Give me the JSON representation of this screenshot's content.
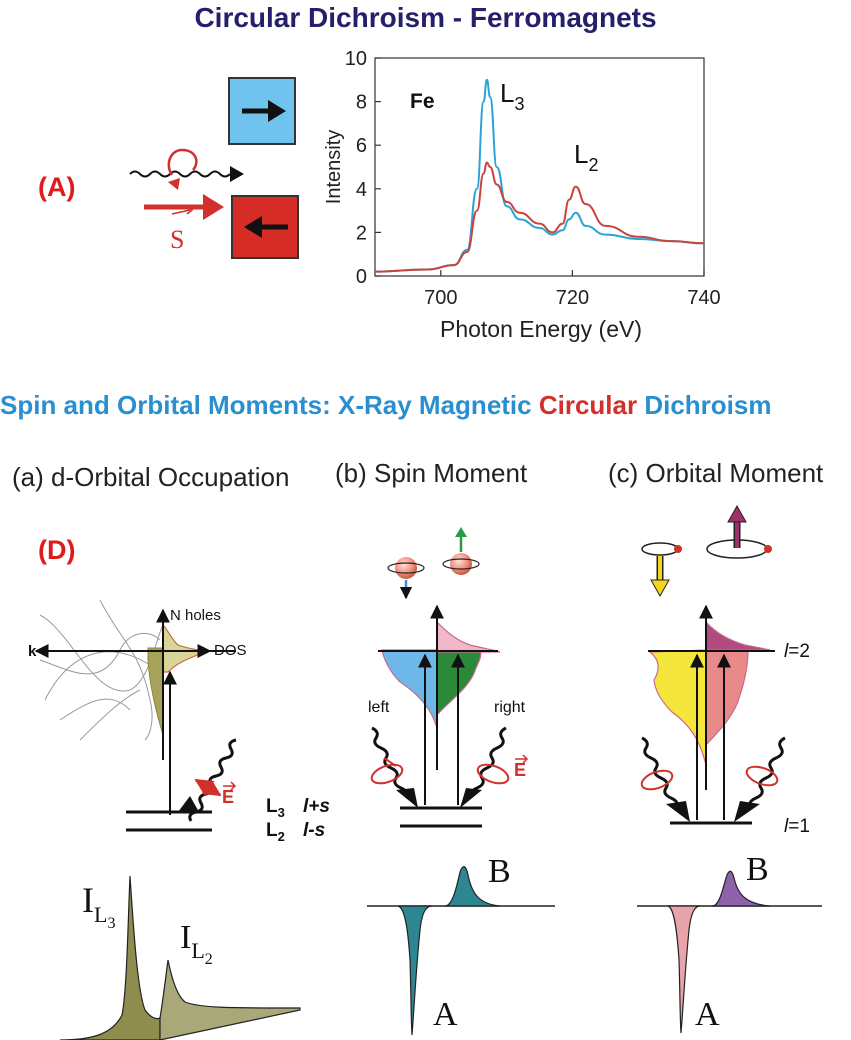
{
  "top_title": "Circular Dichroism - Ferromagnets",
  "label_a": "(A)",
  "label_d": "(D)",
  "spin_symbol": "S",
  "colors": {
    "title_navy": "#26206a",
    "xmcd_blue": "#2a8fd0",
    "xmcd_red": "#d2302a",
    "panel_label_red": "#e01b1b",
    "box_blue": "#6fc3ec",
    "box_red": "#d72d27",
    "curve_blue": "#2aa3d6",
    "curve_red": "#c8453c",
    "spin_down_blue": "#3a8fd6",
    "spin_up_green": "#2a9a4a",
    "dos_olive": "#a8a35a",
    "dos_blue": "#6db8e8",
    "dos_green": "#2a8a3a",
    "dos_yellow": "#f5e63c",
    "dos_pink": "#e88a8a",
    "orb_arrow_yellow": "#f2d51d",
    "orb_arrow_purple": "#a0306a",
    "peak_olive": "#8e8c4e",
    "peak_teal": "#2d8793",
    "peak_pink": "#e9a3aa",
    "peak_purple": "#8e62aa"
  },
  "chart_data": {
    "type": "line",
    "element_label": "Fe",
    "annotations": [
      {
        "text": "L",
        "subscript": "3"
      },
      {
        "text": "L",
        "subscript": "2"
      }
    ],
    "xlabel": "Photon Energy (eV)",
    "ylabel": "Intensity",
    "xlim": [
      690,
      740
    ],
    "ylim": [
      0,
      10
    ],
    "xticks": [
      700,
      720,
      740
    ],
    "yticks": [
      0,
      2,
      4,
      6,
      8,
      10
    ],
    "grid": false,
    "series": [
      {
        "color": "#2aa3d6",
        "x": [
          690,
          698,
          702,
          704,
          705.5,
          706.5,
          707,
          707.5,
          708.5,
          710,
          712,
          715,
          717,
          718.5,
          719.5,
          720.5,
          722,
          725,
          730,
          735,
          740
        ],
        "y": [
          0.2,
          0.3,
          0.5,
          1.2,
          4.0,
          8.0,
          9.0,
          8.2,
          5.0,
          3.2,
          2.6,
          2.2,
          1.9,
          2.1,
          2.6,
          2.9,
          2.3,
          1.9,
          1.7,
          1.6,
          1.5
        ]
      },
      {
        "color": "#c8453c",
        "x": [
          690,
          698,
          702,
          704,
          705.5,
          706.5,
          707,
          707.5,
          708.5,
          710,
          712,
          715,
          717,
          718.5,
          719.5,
          720.5,
          722,
          725,
          730,
          735,
          740
        ],
        "y": [
          0.2,
          0.3,
          0.5,
          1.1,
          3.0,
          4.7,
          5.2,
          5.0,
          4.2,
          3.4,
          2.9,
          2.4,
          2.0,
          2.4,
          3.5,
          4.1,
          3.3,
          2.3,
          1.8,
          1.6,
          1.5
        ]
      }
    ]
  },
  "section_title": {
    "part1": "Spin and Orbital Moments: X-Ray Magnetic ",
    "part2": "Circular",
    "part3": " Dichroism"
  },
  "panels": {
    "a": {
      "title": "(a) d-Orbital Occupation",
      "n_holes": "N holes",
      "k_label": "k",
      "dos_label": "DOS",
      "e_vec": "E",
      "l3": "L",
      "l3_sub": "3",
      "l3_term": "l+s",
      "l2": "L",
      "l2_sub": "2",
      "l2_term": "l-s",
      "peak_l3": "I",
      "peak_l3_sub1": "L",
      "peak_l3_sub2": "3",
      "peak_l2": "I",
      "peak_l2_sub1": "L",
      "peak_l2_sub2": "2"
    },
    "b": {
      "title": "(b) Spin Moment",
      "left": "left",
      "right": "right",
      "e_vec": "E",
      "peak_b": "B",
      "peak_a": "A"
    },
    "c": {
      "title": "(c) Orbital Moment",
      "l2_eq": "=2",
      "l1_eq": "=1",
      "l_symbol": "l",
      "peak_b": "B",
      "peak_a": "A"
    }
  }
}
